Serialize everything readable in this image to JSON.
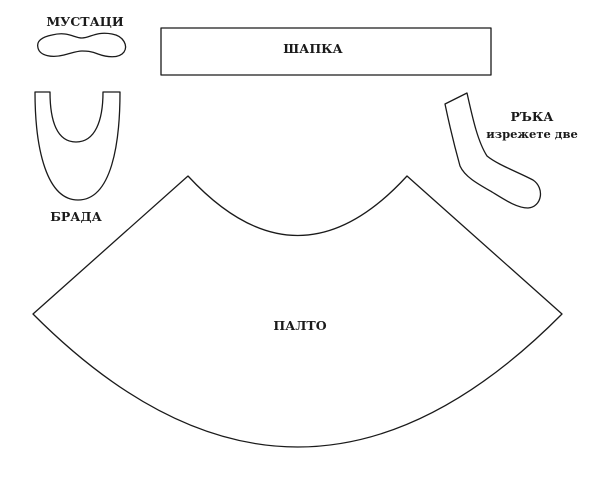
{
  "labels": {
    "mustache": "МУСТАЦИ",
    "hat": "ШАПКА",
    "beard": "БРАДА",
    "arm": "РЪКА",
    "arm_note": "изрежете две",
    "coat": "ПАЛТО"
  },
  "colors": {
    "stroke": "#1a1a1a",
    "fill": "#ffffff"
  }
}
